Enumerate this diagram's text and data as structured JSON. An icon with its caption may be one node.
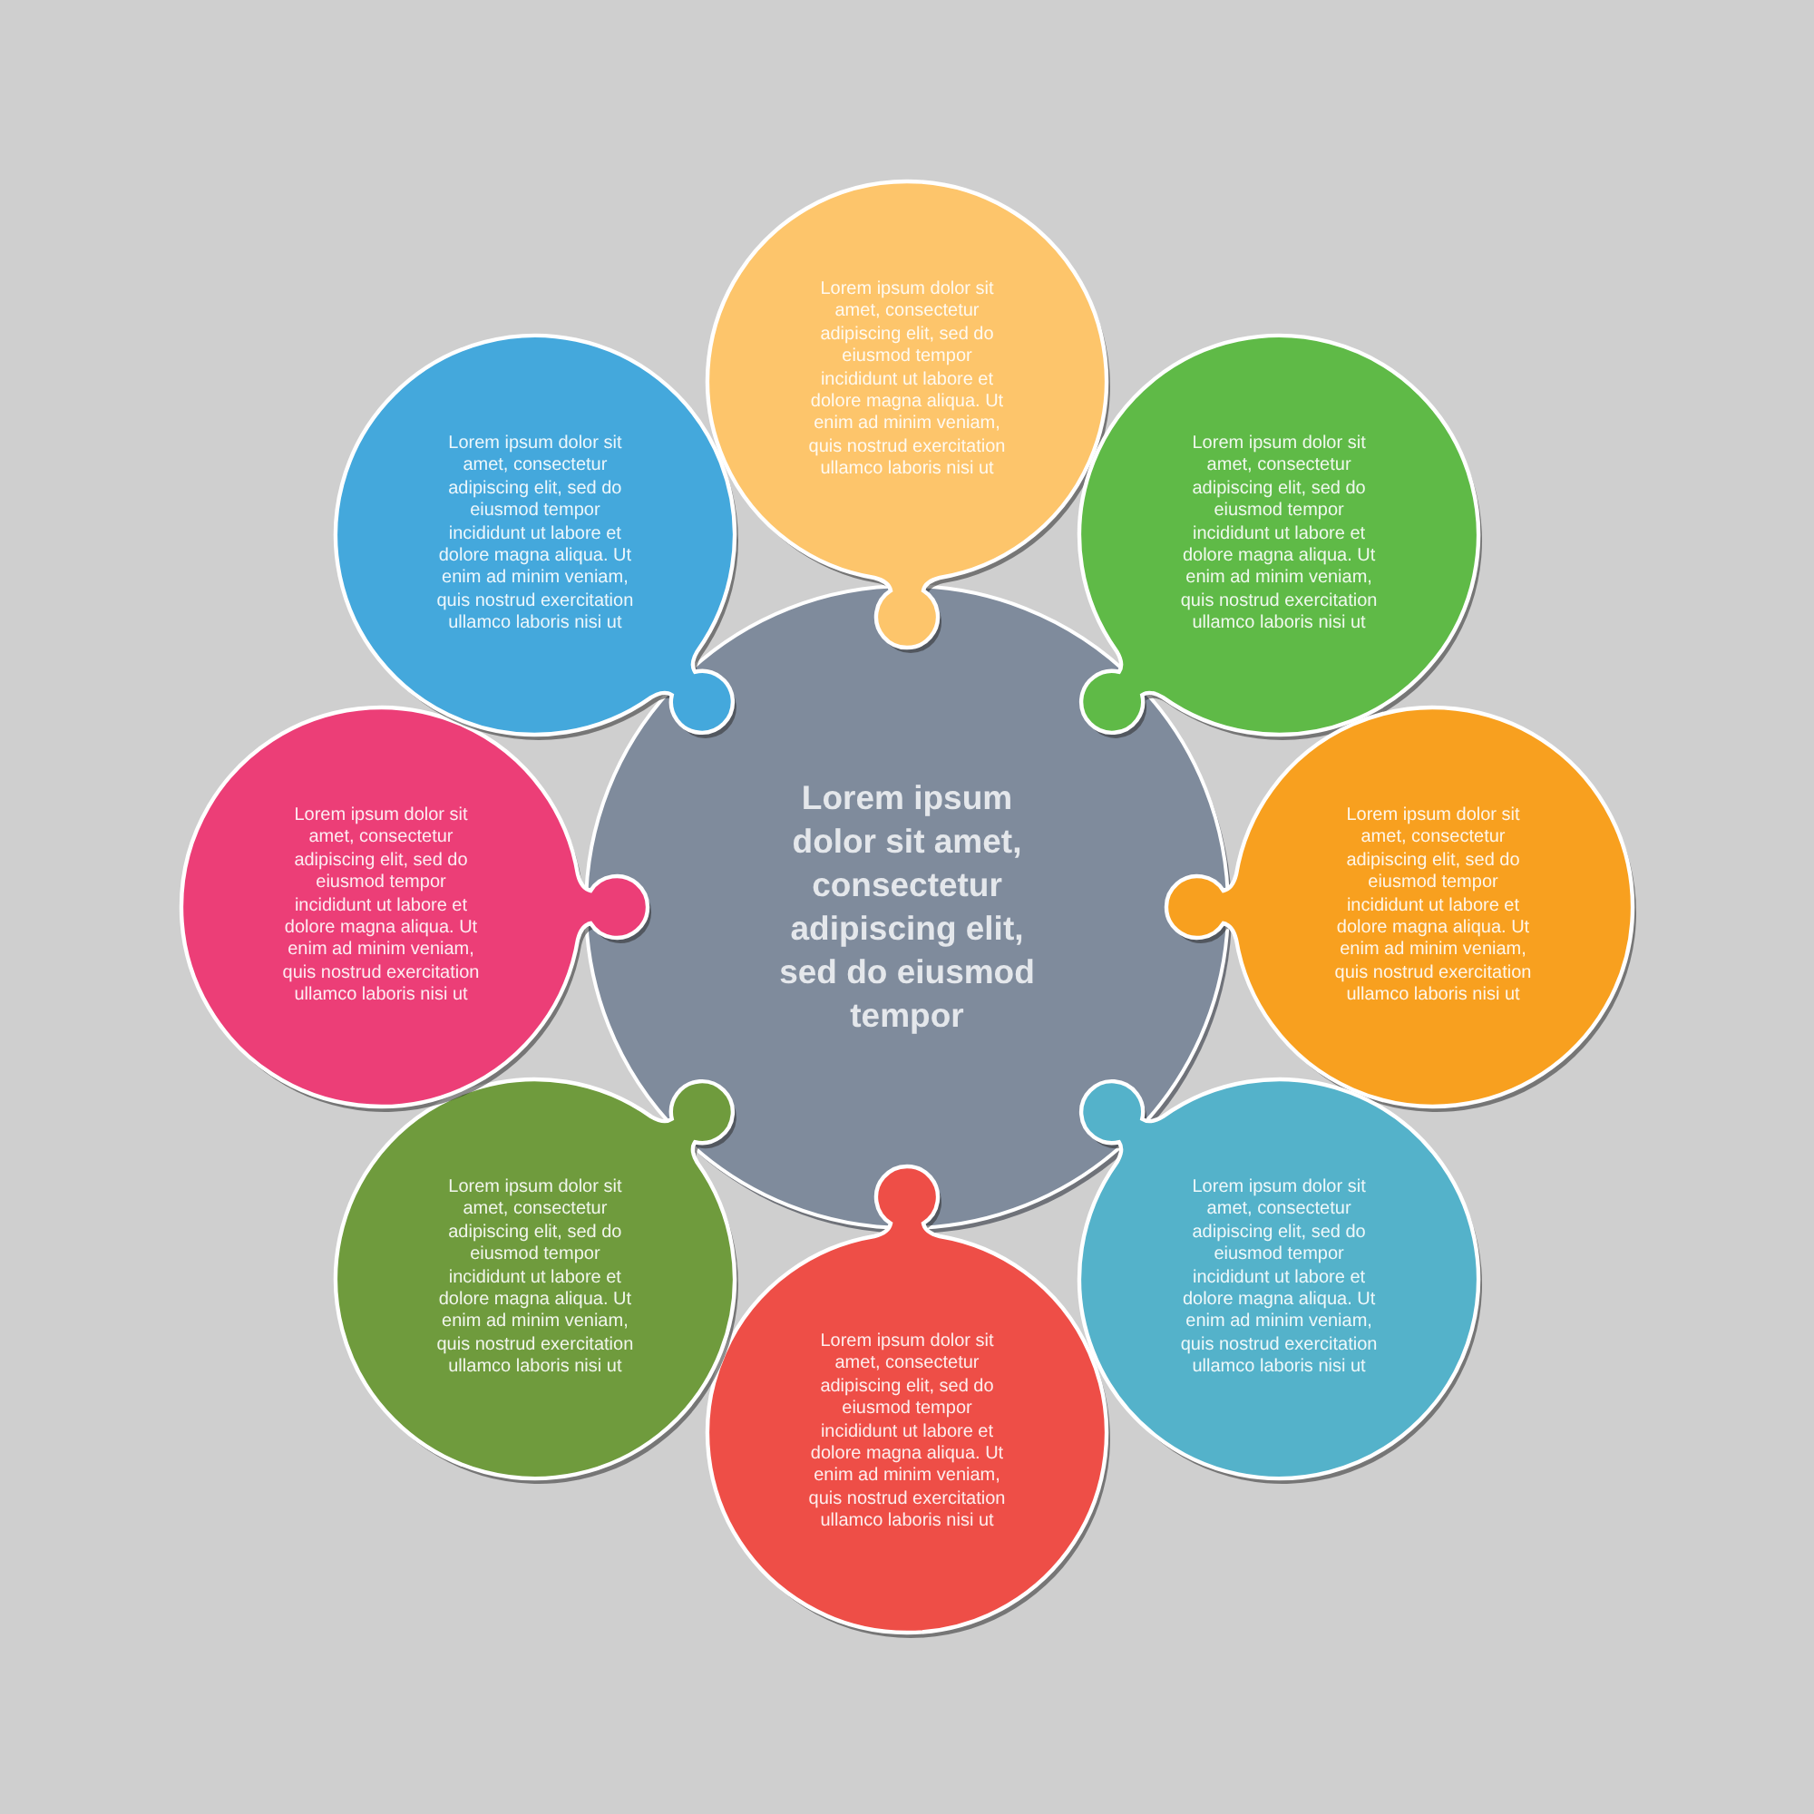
{
  "diagram": {
    "nodes": [
      {
        "text": [
          "Lorem ipsum dolor sit amet, consectetur adipiscing elit, sed do eiusmod tempor"
        ]
      },
      {
        "text": [
          "Lorem ipsum dolor sit amet, consectetur adipiscing elit, sed do eiusmod tempor incididunt ut labore et dolore magna aliqua. Ut enim ad minim veniam, quis nostrud exercitation ullamco laboris nisi ut"
        ]
      },
      {
        "text": [
          "Lorem ipsum dolor sit amet, consectetur adipiscing elit, sed do eiusmod tempor incididunt ut labore et dolore magna aliqua. Ut enim ad minim veniam, quis nostrud exercitation ullamco laboris nisi ut"
        ]
      },
      {
        "text": [
          "Lorem ipsum dolor sit amet, consectetur adipiscing elit, sed do eiusmod tempor incididunt ut labore et dolore magna aliqua. Ut enim ad minim veniam, quis nostrud exercitation ullamco laboris nisi ut"
        ]
      },
      {
        "text": [
          "Lorem ipsum dolor sit amet, consectetur adipiscing elit, sed do eiusmod tempor incididunt ut labore et dolore magna aliqua. Ut enim ad minim veniam, quis nostrud exercitation ullamco laboris nisi ut"
        ]
      },
      {
        "text": [
          "Lorem ipsum dolor sit amet, consectetur adipiscing elit, sed do eiusmod tempor incididunt ut labore et dolore magna aliqua. Ut enim ad minim veniam, quis nostrud exercitation ullamco laboris nisi ut"
        ]
      },
      {
        "text": [
          "Lorem ipsum dolor sit amet, consectetur adipiscing elit, sed do eiusmod tempor incididunt ut labore et dolore magna aliqua. Ut enim ad minim veniam, quis nostrud exercitation ullamco laboris nisi ut"
        ]
      },
      {
        "text": [
          "Lorem ipsum dolor sit amet, consectetur adipiscing elit, sed do eiusmod tempor incididunt ut labore et dolore magna aliqua. Ut enim ad minim veniam, quis nostrud exercitation ullamco laboris nisi ut"
        ]
      },
      {
        "text": [
          "Lorem ipsum dolor sit amet, consectetur adipiscing elit, sed do eiusmod tempor incididunt ut labore et dolore magna aliqua. Ut enim ad minim veniam, quis nostrud exercitation ullamco laboris nisi ut"
        ]
      }
    ]
  }
}
